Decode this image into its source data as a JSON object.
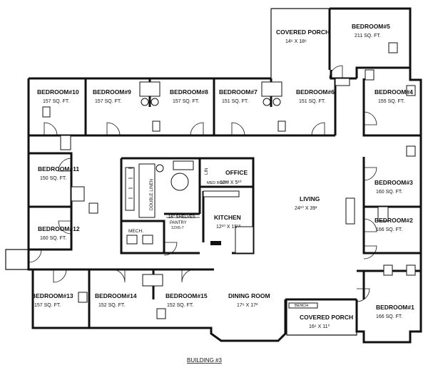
{
  "rooms": {
    "bedroom10": {
      "name": "BEDROOM#10",
      "area": "157 SQ. FT."
    },
    "bedroom9": {
      "name": "BEDROOM#9",
      "area": "157 SQ. FT."
    },
    "bedroom8": {
      "name": "BEDROOM#8",
      "area": "157 SQ. FT."
    },
    "bedroom7": {
      "name": "BEDROOM#7",
      "area": "151 SQ. FT."
    },
    "bedroom6": {
      "name": "BEDROOM#6",
      "area": "151 SQ. FT."
    },
    "bedroom5": {
      "name": "BEDROOM#5",
      "area": "211 SQ. FT."
    },
    "bedroom4": {
      "name": "BEDROOM#4",
      "area": "155 SQ. FT."
    },
    "bedroom3": {
      "name": "BEDROOM#3",
      "area": "160 SQ. FT."
    },
    "bedroom2": {
      "name": "BEDROOM#2",
      "area": "166 SQ. FT."
    },
    "bedroom1": {
      "name": "BEDROOM#1",
      "area": "166 SQ. FT."
    },
    "bedroom11": {
      "name": "BEDROOM#11",
      "area": "150 SQ. FT."
    },
    "bedroom12": {
      "name": "BEDROOM#12",
      "area": "160 SQ. FT."
    },
    "bedroom13": {
      "name": "BEDROOM#13",
      "area": "157 SQ. FT."
    },
    "bedroom14": {
      "name": "BEDROOM#14",
      "area": "152 SQ. FT."
    },
    "bedroom15": {
      "name": "BEDROOM#15",
      "area": "152 SQ. FT."
    },
    "porch_top": {
      "name": "COVERED PORCH",
      "size": "14⁶ X 18⁶"
    },
    "porch_bottom": {
      "name": "COVERED PORCH",
      "size": "16⁶ X 11⁰"
    },
    "living": {
      "name": "LIVING",
      "size": "24¹⁰ X 39¹"
    },
    "dining": {
      "name": "DINING ROOM",
      "size": "17⁶ X 17²"
    },
    "kitchen": {
      "name": "KITCHEN",
      "size": "12¹⁰ X 15¹⁰"
    },
    "office": {
      "name": "OFFICE",
      "size": "12¹⁰ X 5¹⁰"
    }
  },
  "labels": {
    "med_room": "MED ROOM",
    "lin": "LIN",
    "double_linen": "DOUBLE LINEN",
    "shelved_pantry_1": "16\" SHELVES",
    "shelved_pantry_2": "PANTRY",
    "shelved_pantry_3": "12X6-7",
    "mech": "MECH.",
    "bench": "BENCH",
    "footer": "BUILDING #3"
  }
}
